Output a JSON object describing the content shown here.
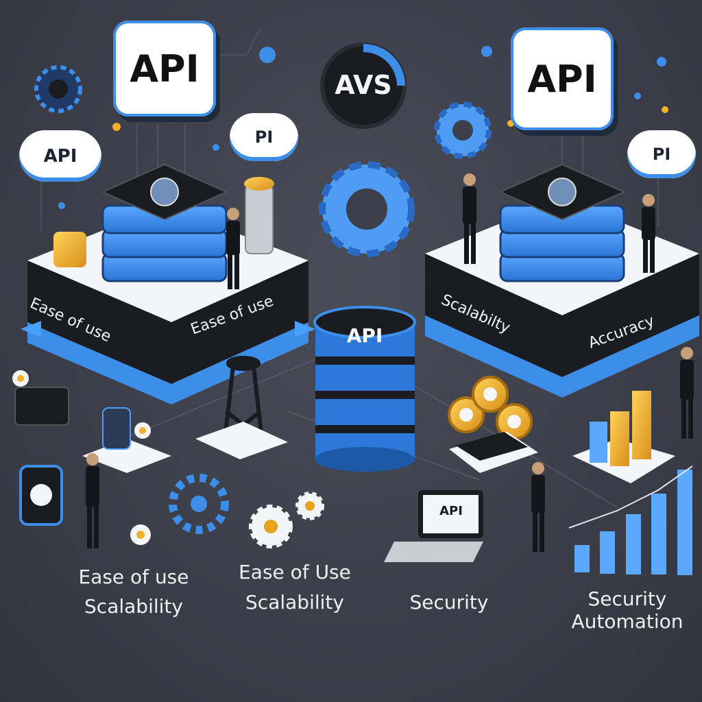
{
  "signs": {
    "left_api": "API",
    "right_api": "API",
    "left_cloud_api": "API",
    "left_cloud_pi": "PI",
    "right_cloud_pi": "PI",
    "center_badge": "AVS",
    "center_db": "API",
    "laptop_screen": "API"
  },
  "platform_left": {
    "band_text_a": "Ease of use",
    "band_text_b": "Ease of use"
  },
  "platform_right": {
    "band_text_a": "Scalabilty",
    "band_text_b": "Accuracy"
  },
  "captions": {
    "c1_line1": "Ease of use",
    "c1_line2": "Scalability",
    "c2_line1": "Ease of Use",
    "c2_line2": "Scalability",
    "c3_line1": "Security",
    "c4_line1": "Security",
    "c4_line2": "Automation"
  },
  "colors": {
    "accent_blue": "#3d8ee8",
    "platform_white": "#f4f5f8",
    "band_dark": "#1b1c22",
    "gold": "#f2b12c"
  }
}
